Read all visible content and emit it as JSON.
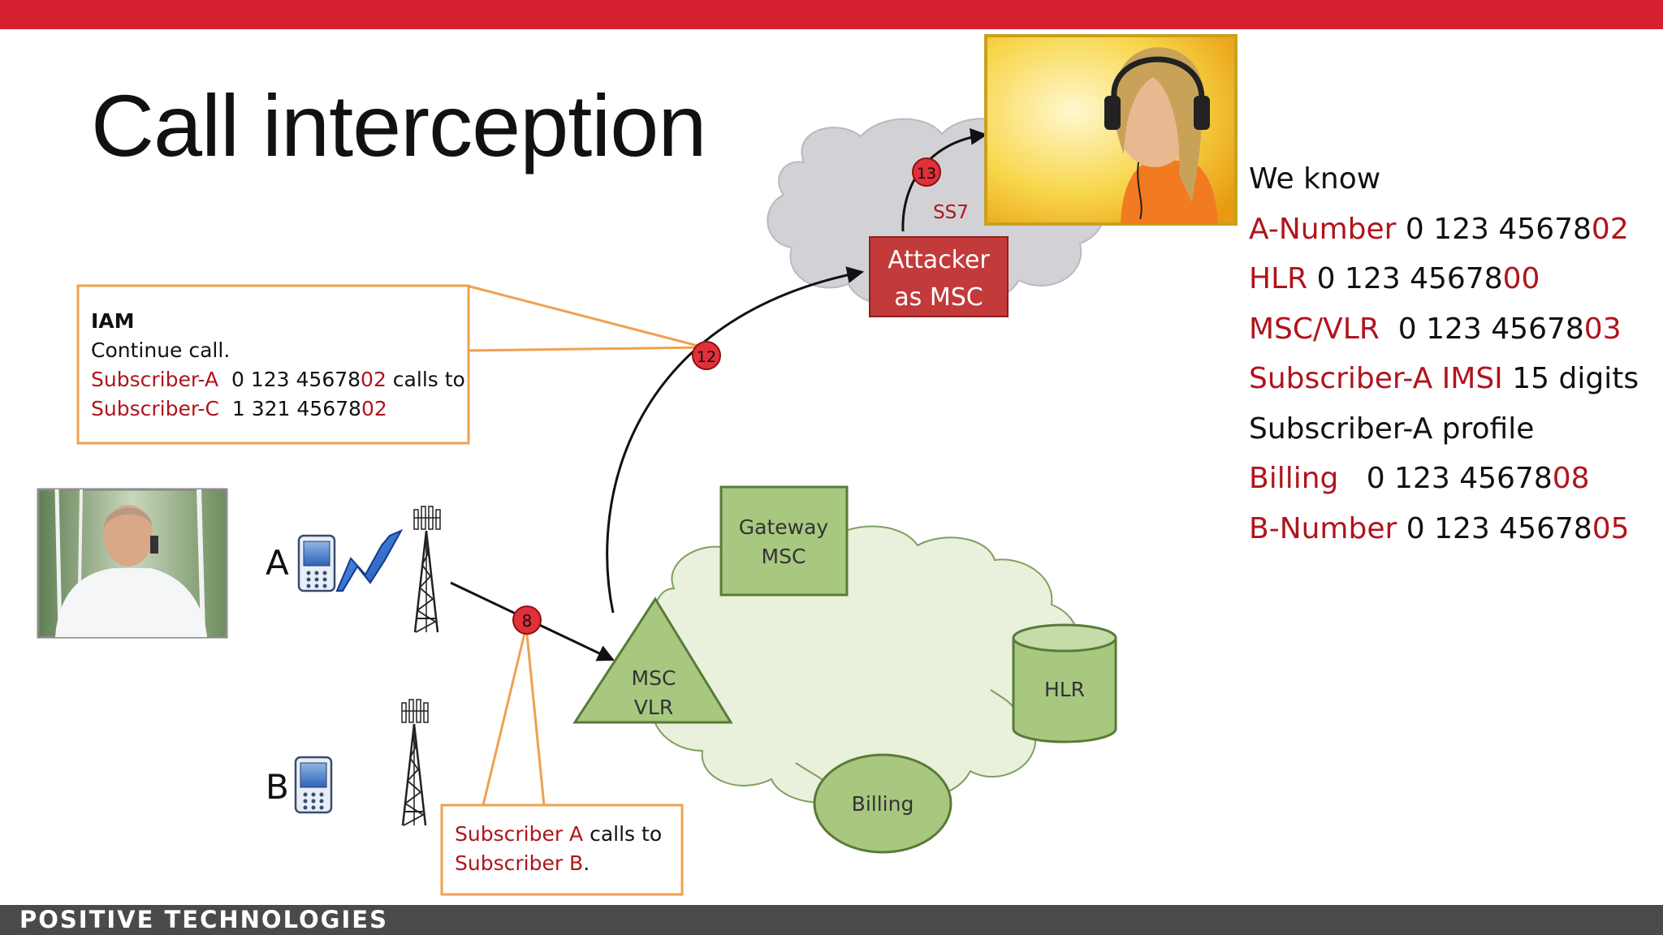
{
  "slide": {
    "title": "Call interception",
    "brand": "POSITIVE TECHNOLOGIES"
  },
  "colors": {
    "accent_red": "#d4202e",
    "text_red": "#b0141c",
    "orange": "#f0a050",
    "green_fill": "#a8c880",
    "green_stroke": "#5a7a38",
    "cloud_green": "#e9f1dc",
    "cloud_grey": "#d2d2d6"
  },
  "we_know": {
    "heading": "We know",
    "a_number": {
      "label": "A-Number",
      "prefix": " 0 123 45678",
      "suffix": "02"
    },
    "hlr": {
      "label": "HLR",
      "prefix": " 0 123 45678",
      "suffix": "00"
    },
    "msc_vlr": {
      "label": "MSC/VLR",
      "prefix": "  0 123 45678",
      "suffix": "03"
    },
    "imsi": {
      "label": "Subscriber-A IMSI",
      "rest": " 15 digits"
    },
    "profile": "Subscriber-A profile",
    "billing": {
      "label": "Billing",
      "prefix": "   0 123 45678",
      "suffix": "08"
    },
    "b_number": {
      "label": "B-Number",
      "prefix": " 0 123 45678",
      "suffix": "05"
    }
  },
  "iam_box": {
    "heading": "IAM",
    "line1": "Continue call.",
    "sub_a_label": "Subscriber-A",
    "sub_a_prefix": "  0 123 45678",
    "sub_a_suffix": "02",
    "sub_a_tail": " calls to",
    "sub_c_label": "Subscriber-C",
    "sub_c_prefix": "  1 321 45678",
    "sub_c_suffix": "02"
  },
  "call_box": {
    "line1_red": "Subscriber A",
    "line1_black": " calls to",
    "line2_red": "Subscriber B",
    "line2_black": "."
  },
  "nodes": {
    "attacker": [
      "Attacker",
      "as MSC"
    ],
    "gateway": [
      "Gateway",
      "MSC"
    ],
    "msc_vlr": [
      "MSC",
      "VLR"
    ],
    "hlr": "HLR",
    "billing": "Billing",
    "ss7": "SS7",
    "subscriber_a": "A",
    "subscriber_b": "B"
  },
  "steps": [
    "8",
    "12",
    "13"
  ],
  "icons": [
    "phone-icon",
    "radio-tower-icon",
    "lightning-icon"
  ]
}
